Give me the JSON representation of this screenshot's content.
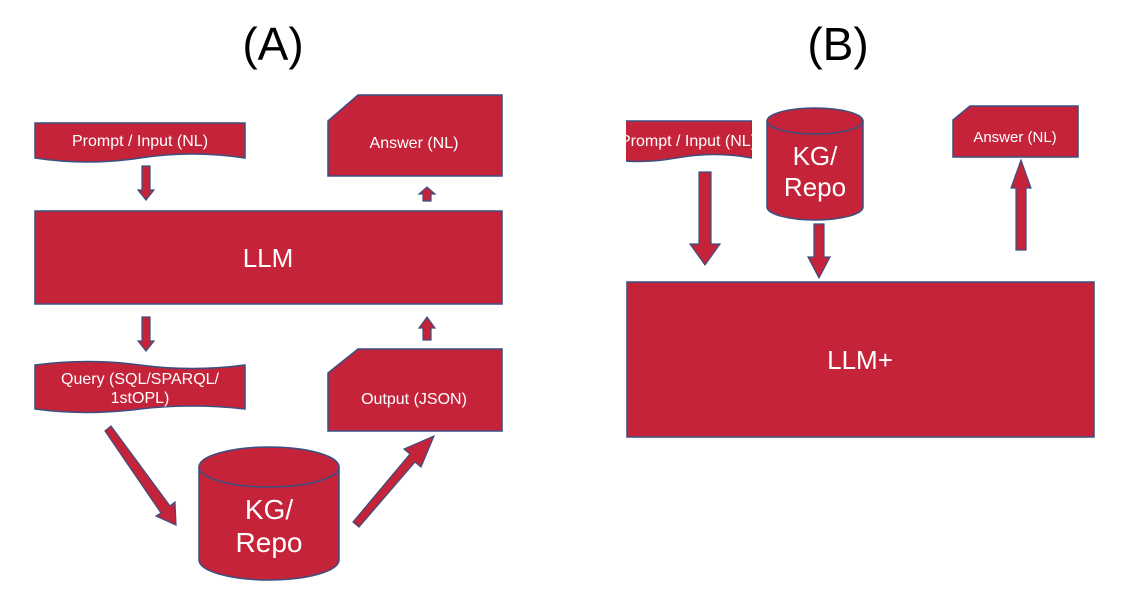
{
  "colors": {
    "fill": "#c5233a",
    "stroke": "#3b4f80",
    "text": "#ffffff",
    "panel_title": "#000000"
  },
  "panel_a": {
    "title": "(A)",
    "prompt": "Prompt / Input (NL)",
    "answer": "Answer (NL)",
    "llm": "LLM",
    "query_line1": "Query (SQL/SPARQL/",
    "query_line2": "1stOPL)",
    "output": "Output (JSON)",
    "kg_line1": "KG/",
    "kg_line2": "Repo"
  },
  "panel_b": {
    "title": "(B)",
    "prompt": "Prompt / Input (NL)",
    "answer": "Answer (NL)",
    "llm": "LLM+",
    "kg_line1": "KG/",
    "kg_line2": "Repo"
  }
}
